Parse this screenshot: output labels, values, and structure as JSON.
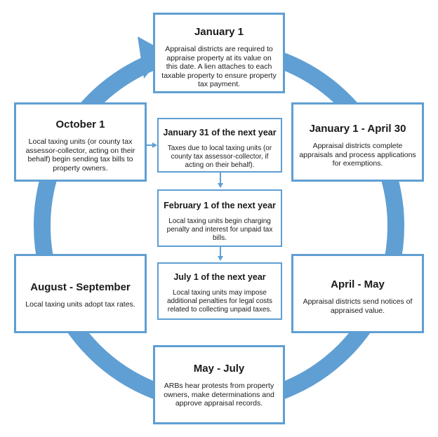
{
  "colors": {
    "ring": "#5f9fd3",
    "border": "#5f9fd3",
    "text": "#1a1a1a"
  },
  "stages": {
    "jan1": {
      "title": "January 1",
      "desc": "Appraisal districts are required to appraise property at its value on this date. A lien attaches to each taxable property to ensure property tax payment."
    },
    "jan_apr": {
      "title": "January 1 - April 30",
      "desc": "Appraisal districts complete appraisals and process applications for exemptions."
    },
    "apr_may": {
      "title": "April - May",
      "desc": "Appraisal districts send notices of appraised value."
    },
    "may_jul": {
      "title": "May - July",
      "desc": "ARBs hear protests from property owners, make determinations and approve appraisal records."
    },
    "aug_sep": {
      "title": "August - September",
      "desc": "Local taxing units adopt tax rates."
    },
    "oct1": {
      "title": "October 1",
      "desc": "Local taxing units (or county tax assessor-collector, acting on their behalf) begin sending tax bills to property owners."
    }
  },
  "followups": {
    "jan31": {
      "title": "January 31 of the next year",
      "desc": "Taxes due to local taxing units (or county tax assessor-collector, if acting on their behalf)."
    },
    "feb1": {
      "title": "February 1 of the next year",
      "desc": "Local taxing units begin charging penalty and interest for unpaid tax bills."
    },
    "jul1": {
      "title": "July 1 of the next year",
      "desc": "Local taxing units may impose additional penalties for legal costs related to collecting unpaid taxes."
    }
  }
}
